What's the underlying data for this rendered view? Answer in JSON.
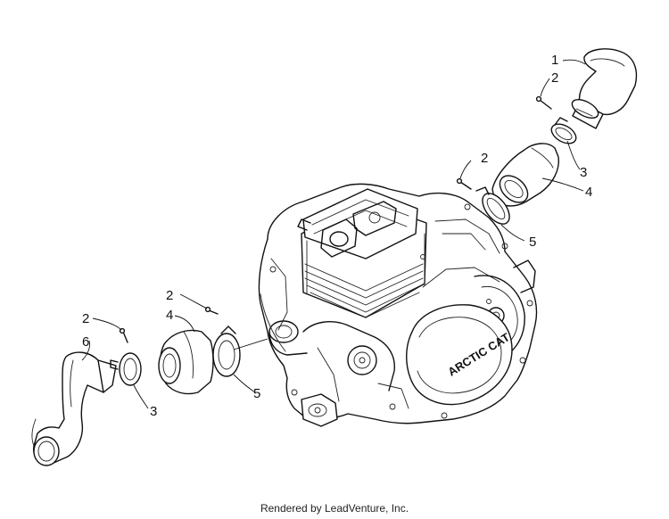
{
  "callouts": {
    "c1": "1",
    "c2_top": "2",
    "c3_top": "3",
    "c2_mid": "2",
    "c4_top": "4",
    "c5_top": "5",
    "c2_left_mid": "2",
    "c4_left": "4",
    "c2_left": "2",
    "c6": "6",
    "c3_left": "3",
    "c5_left": "5"
  },
  "engine_text": "ARCTIC CAT",
  "footer": "Rendered by LeadVenture, Inc."
}
